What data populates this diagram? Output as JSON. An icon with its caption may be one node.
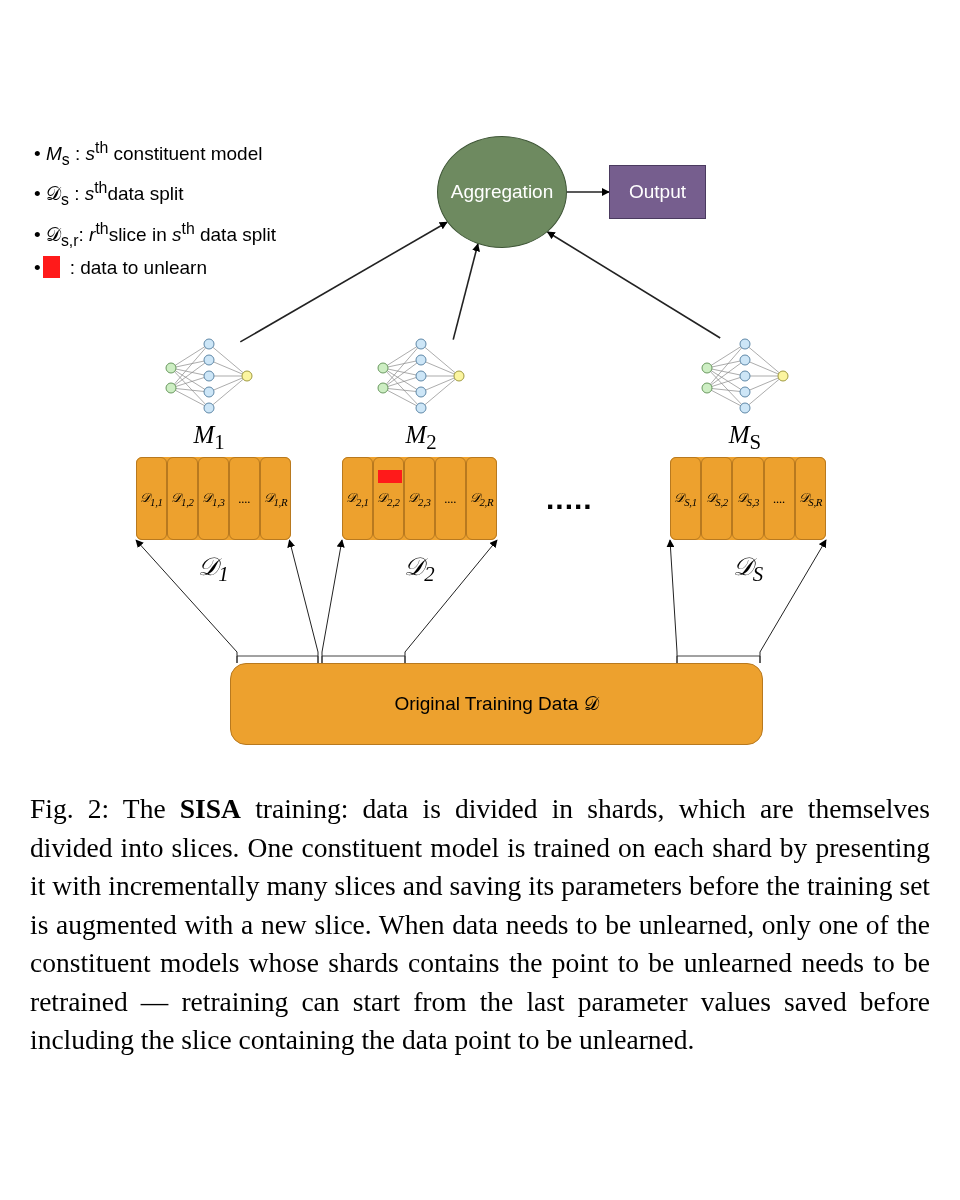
{
  "diagram": {
    "caption": "Fig. 2: The **SISA** training: data is divided in shards, which are themselves divided into slices. One constituent model is trained on each shard by presenting it with incrementally many slices and saving its parameters before the training set is augmented with a new slice. When data needs to be unlearned, only one of the constituent models whose shards contains the point to be unlearned needs to be retrained — retraining can start from the last parameter values saved before including the slice containing the data point to be unlearned.",
    "nodes": [
      {
        "text": [
          "Aggregation"
        ]
      },
      {
        "text": [
          "Output"
        ]
      },
      {
        "text": [
          "*M*$_{1}$"
        ]
      },
      {
        "text": [
          "*M*$_{2}$"
        ]
      },
      {
        "text": [
          "*M*$_{S}$"
        ]
      },
      {
        "text": [
          "𝒟$_{1}$"
        ]
      },
      {
        "text": [
          "𝒟$_{1,1}$"
        ],
        "in": 5
      },
      {
        "text": [
          "𝒟$_{1,2}$"
        ],
        "in": 5
      },
      {
        "text": [
          "𝒟$_{1,3}$"
        ],
        "in": 5
      },
      {
        "text": [
          "...."
        ],
        "in": 5
      },
      {
        "text": [
          "𝒟$_{1,R}$"
        ],
        "in": 5
      },
      {
        "text": [
          "𝒟$_{2}$"
        ]
      },
      {
        "text": [
          "𝒟$_{2,1}$"
        ],
        "in": 11
      },
      {
        "text": [
          "𝒟$_{2,2}$"
        ],
        "in": 11
      },
      {
        "text": [
          "𝒟$_{2,3}$"
        ],
        "in": 11
      },
      {
        "text": [
          "...."
        ],
        "in": 11
      },
      {
        "text": [
          "𝒟$_{2,R}$"
        ],
        "in": 11
      },
      {
        "text": [
          "𝒟$_{S}$"
        ]
      },
      {
        "text": [
          "𝒟$_{S,1}$"
        ],
        "in": 17
      },
      {
        "text": [
          "𝒟$_{S,2}$"
        ],
        "in": 17
      },
      {
        "text": [
          "𝒟$_{S,3}$"
        ],
        "in": 17
      },
      {
        "text": [
          "...."
        ],
        "in": 17
      },
      {
        "text": [
          "𝒟$_{S,R}$"
        ],
        "in": 17
      },
      {
        "text": [
          "Original Training Data 𝒟"
        ]
      }
    ],
    "edges": [
      {
        "from": 2,
        "to": 0,
        "arrow": "to"
      },
      {
        "from": 3,
        "to": 0,
        "arrow": "to"
      },
      {
        "from": 4,
        "to": 0,
        "arrow": "to"
      },
      {
        "from": 0,
        "to": 1,
        "arrow": "to"
      },
      {
        "from": 23,
        "to": 5,
        "arrow": "to"
      },
      {
        "from": 23,
        "to": 5,
        "arrow": "to"
      },
      {
        "from": 23,
        "to": 11,
        "arrow": "to"
      },
      {
        "from": 23,
        "to": 11,
        "arrow": "to"
      },
      {
        "from": 23,
        "to": 17,
        "arrow": "to"
      },
      {
        "from": 23,
        "to": 17,
        "arrow": "to"
      }
    ],
    "labels": [
      "• *M*$_{s}$ : *s*$^{th}$ constituent model",
      "• 𝒟$_{s}$ : *s*$^{th}$data split",
      "• 𝒟$_{s,r}$: *r*$^{th}$slice in *s*$^{th}$ data split",
      "•",
      "....."
    ],
    "legend": [
      {
        "text": ": data to unlearn",
        "color": "#ff1a1a"
      }
    ]
  }
}
